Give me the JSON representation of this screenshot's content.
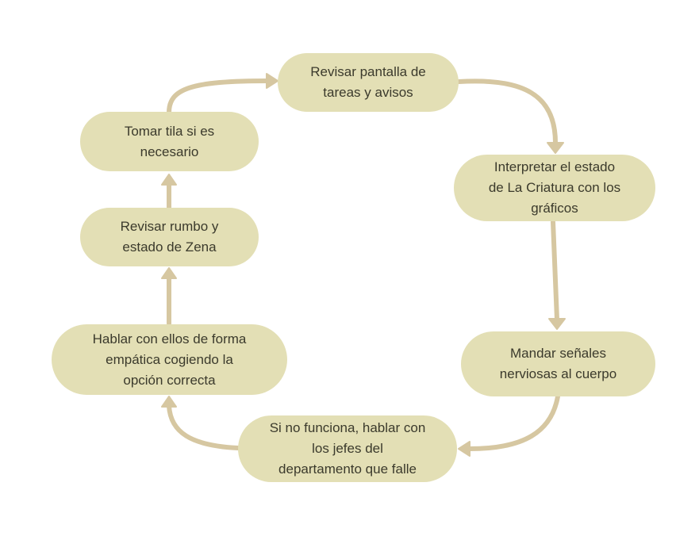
{
  "colors": {
    "node_fill": "#e3dfb5",
    "arrow": "#d6c7a1",
    "text": "#3b3a2c"
  },
  "nodes": [
    {
      "id": "revisar-pantalla",
      "text": "Revisar pantalla de\ntareas y avisos"
    },
    {
      "id": "interpretar",
      "text": "Interpretar el estado\nde La Criatura con los\ngráficos"
    },
    {
      "id": "mandar-senales",
      "text": "Mandar señales\nnerviosas al cuerpo"
    },
    {
      "id": "si-no-funciona",
      "text": "Si no funciona, hablar con\nlos jefes del\ndepartamento que falle"
    },
    {
      "id": "hablar",
      "text": "Hablar con ellos de forma\nempática cogiendo la\nopción correcta"
    },
    {
      "id": "revisar-rumbo",
      "text": "Revisar rumbo y\nestado de Zena"
    },
    {
      "id": "tomar-tila",
      "text": "Tomar tila si es\nnecesario"
    }
  ],
  "edges": [
    {
      "from": "tomar-tila",
      "to": "revisar-pantalla"
    },
    {
      "from": "revisar-pantalla",
      "to": "interpretar"
    },
    {
      "from": "interpretar",
      "to": "mandar-senales"
    },
    {
      "from": "mandar-senales",
      "to": "si-no-funciona"
    },
    {
      "from": "si-no-funciona",
      "to": "hablar"
    },
    {
      "from": "hablar",
      "to": "revisar-rumbo"
    },
    {
      "from": "revisar-rumbo",
      "to": "tomar-tila"
    }
  ]
}
